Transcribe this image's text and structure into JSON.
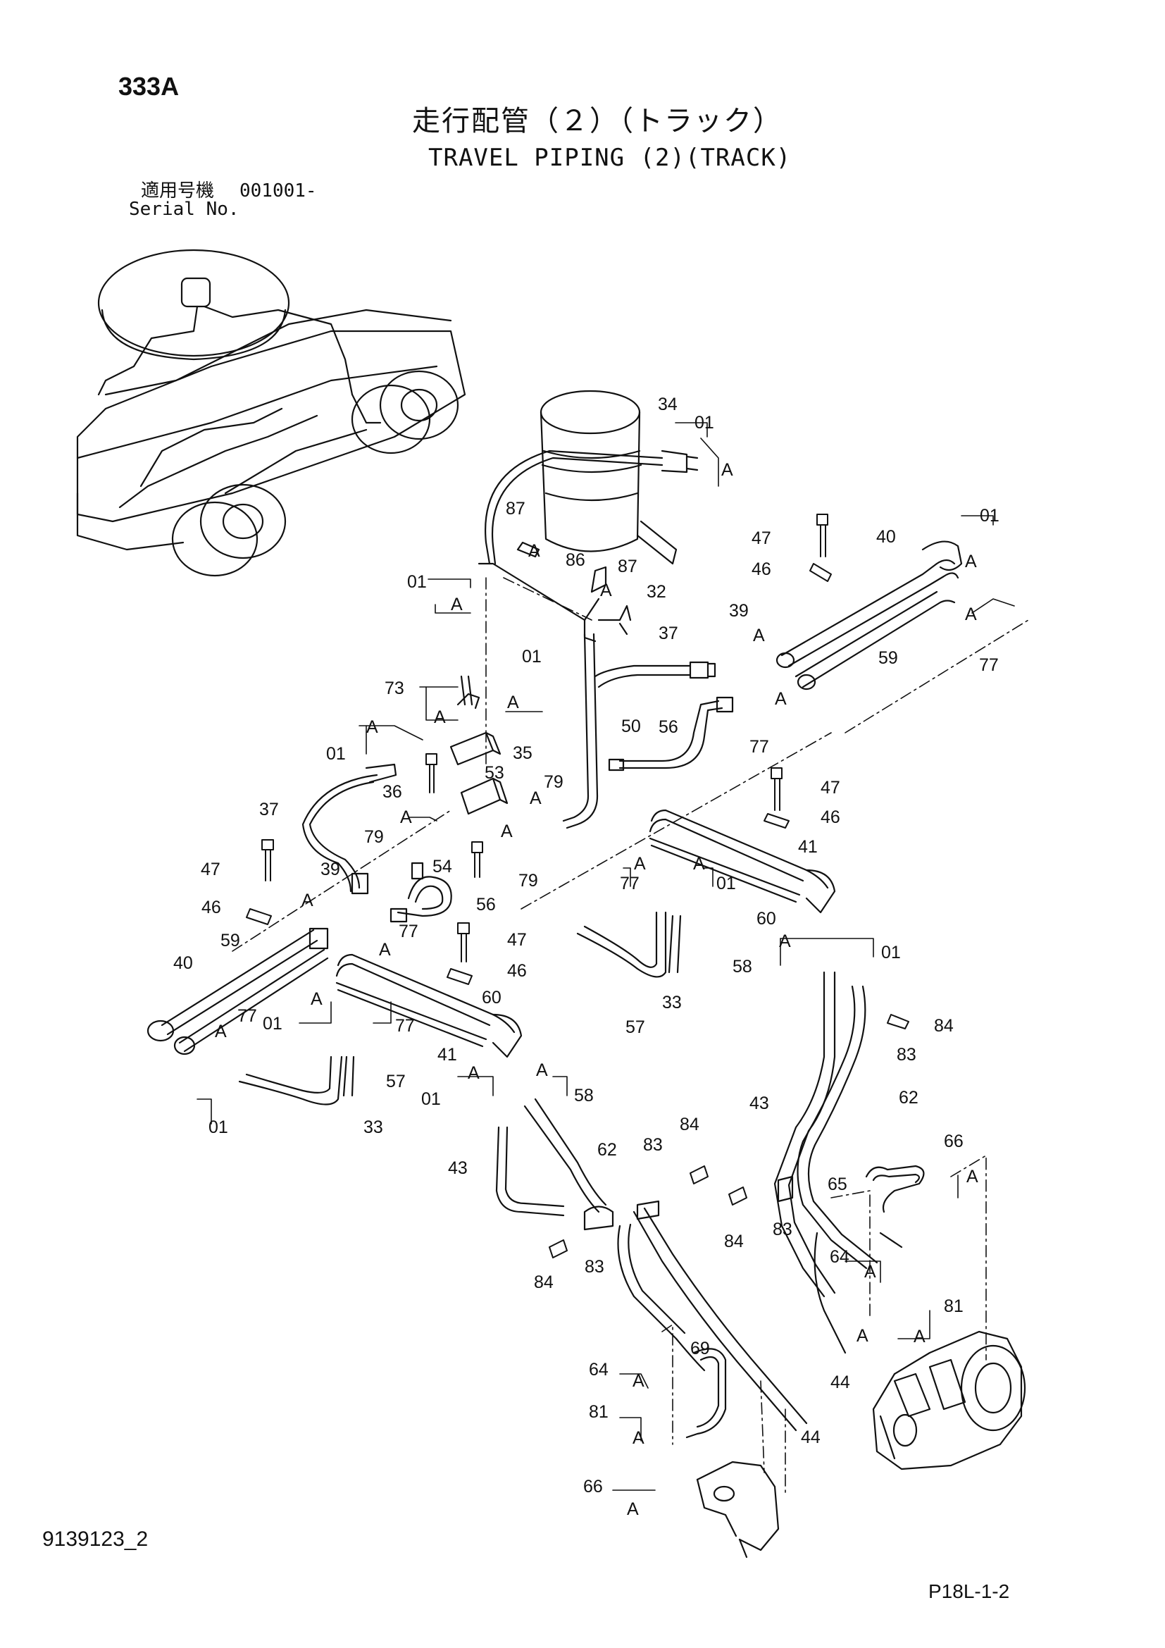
{
  "header": {
    "page_number": "333A",
    "title_jp": "走行配管（２）（トラック）",
    "title_en": "TRAVEL PIPING (2)(TRACK)",
    "serial_label_jp": "適用号機",
    "serial_value": "001001-",
    "serial_label_en": "Serial No."
  },
  "footer": {
    "document_code": "9139123_2",
    "sheet_reference": "P18L-1-2"
  },
  "callouts": [
    {
      "label": "34"
    },
    {
      "label": "01"
    },
    {
      "label": "A"
    },
    {
      "label": "87"
    },
    {
      "label": "A"
    },
    {
      "label": "86"
    },
    {
      "label": "87"
    },
    {
      "label": "A"
    },
    {
      "label": "32"
    },
    {
      "label": "01"
    },
    {
      "label": "A"
    },
    {
      "label": "47"
    },
    {
      "label": "46"
    },
    {
      "label": "40"
    },
    {
      "label": "01"
    },
    {
      "label": "A"
    },
    {
      "label": "A"
    },
    {
      "label": "59"
    },
    {
      "label": "77"
    },
    {
      "label": "37"
    },
    {
      "label": "39"
    },
    {
      "label": "A"
    },
    {
      "label": "A"
    },
    {
      "label": "77"
    },
    {
      "label": "73"
    },
    {
      "label": "A"
    },
    {
      "label": "01"
    },
    {
      "label": "A"
    },
    {
      "label": "A"
    },
    {
      "label": "01"
    },
    {
      "label": "35"
    },
    {
      "label": "50"
    },
    {
      "label": "56"
    },
    {
      "label": "53"
    },
    {
      "label": "A"
    },
    {
      "label": "79"
    },
    {
      "label": "36"
    },
    {
      "label": "37"
    },
    {
      "label": "A"
    },
    {
      "label": "79"
    },
    {
      "label": "A"
    },
    {
      "label": "79"
    },
    {
      "label": "47"
    },
    {
      "label": "54"
    },
    {
      "label": "47"
    },
    {
      "label": "46"
    },
    {
      "label": "A"
    },
    {
      "label": "A"
    },
    {
      "label": "77"
    },
    {
      "label": "01"
    },
    {
      "label": "41"
    },
    {
      "label": "60"
    },
    {
      "label": "39"
    },
    {
      "label": "A"
    },
    {
      "label": "46"
    },
    {
      "label": "56"
    },
    {
      "label": "77"
    },
    {
      "label": "47"
    },
    {
      "label": "A"
    },
    {
      "label": "01"
    },
    {
      "label": "59"
    },
    {
      "label": "46"
    },
    {
      "label": "58"
    },
    {
      "label": "40"
    },
    {
      "label": "A"
    },
    {
      "label": "A"
    },
    {
      "label": "60"
    },
    {
      "label": "77"
    },
    {
      "label": "01"
    },
    {
      "label": "77"
    },
    {
      "label": "57"
    },
    {
      "label": "33"
    },
    {
      "label": "84"
    },
    {
      "label": "A"
    },
    {
      "label": "41"
    },
    {
      "label": "83"
    },
    {
      "label": "A"
    },
    {
      "label": "A"
    },
    {
      "label": "57"
    },
    {
      "label": "01"
    },
    {
      "label": "58"
    },
    {
      "label": "43"
    },
    {
      "label": "62"
    },
    {
      "label": "01"
    },
    {
      "label": "33"
    },
    {
      "label": "83"
    },
    {
      "label": "84"
    },
    {
      "label": "66"
    },
    {
      "label": "A"
    },
    {
      "label": "62"
    },
    {
      "label": "43"
    },
    {
      "label": "65"
    },
    {
      "label": "84"
    },
    {
      "label": "83"
    },
    {
      "label": "64"
    },
    {
      "label": "A"
    },
    {
      "label": "84"
    },
    {
      "label": "83"
    },
    {
      "label": "81"
    },
    {
      "label": "A"
    },
    {
      "label": "A"
    },
    {
      "label": "44"
    },
    {
      "label": "64"
    },
    {
      "label": "69"
    },
    {
      "label": "A"
    },
    {
      "label": "81"
    },
    {
      "label": "A"
    },
    {
      "label": "44"
    },
    {
      "label": "66"
    },
    {
      "label": "A"
    }
  ]
}
